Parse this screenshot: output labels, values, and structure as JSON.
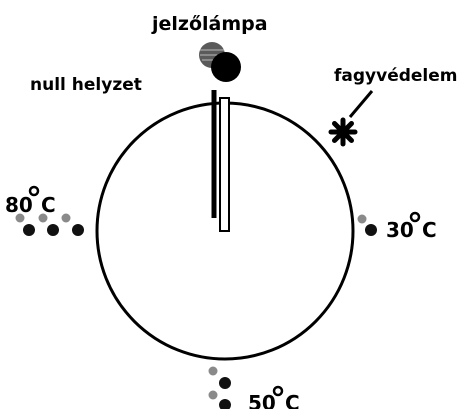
{
  "diagram": {
    "labels": {
      "indicator_lamp": "jelzőlámpa",
      "null_position": "null helyzet",
      "frost_protection": "fagyvédelem",
      "temp_30": "30",
      "temp_50": "50",
      "temp_80": "80",
      "degree_unit": "C"
    },
    "colors": {
      "ink": "#000000",
      "dot_dark": "#111111",
      "dot_grey": "#8a8a8a"
    }
  }
}
